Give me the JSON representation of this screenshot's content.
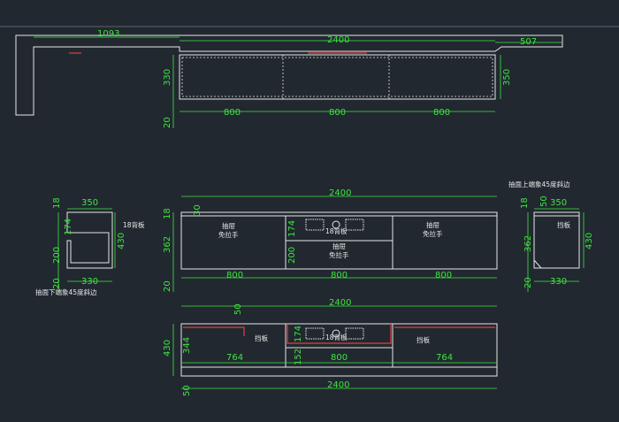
{
  "top_view": {
    "dims": [
      "1093",
      "2400",
      "507",
      "330",
      "350",
      "20",
      "800",
      "800",
      "800"
    ]
  },
  "side_left": {
    "dims": [
      "350",
      "18",
      "174",
      "200",
      "20",
      "430",
      "330"
    ],
    "labels": [
      "18背板"
    ],
    "note": "抽面下端象45度斜边"
  },
  "front_view": {
    "dims": [
      "2400",
      "18",
      "362",
      "20",
      "30",
      "174",
      "200",
      "800",
      "800",
      "800"
    ],
    "labels": [
      "抽屉",
      "免拉手",
      "18背板",
      "抽屉",
      "免拉手",
      "抽屉",
      "免拉手"
    ]
  },
  "side_right": {
    "dims": [
      "50",
      "350",
      "18",
      "430",
      "362",
      "20",
      "330"
    ],
    "labels": [
      "挡板"
    ],
    "note": "抽面上端象45度斜边"
  },
  "bottom_view": {
    "dims": [
      "2400",
      "50",
      "430",
      "344",
      "174",
      "152",
      "764",
      "800",
      "764",
      "2400",
      "50"
    ],
    "labels": [
      "挡板",
      "18背板",
      "挡板"
    ]
  },
  "colors": {
    "dim_green": "#3ee63e",
    "line_white": "#e6e6e6",
    "accent_red": "#e04040",
    "background": "#212830"
  }
}
